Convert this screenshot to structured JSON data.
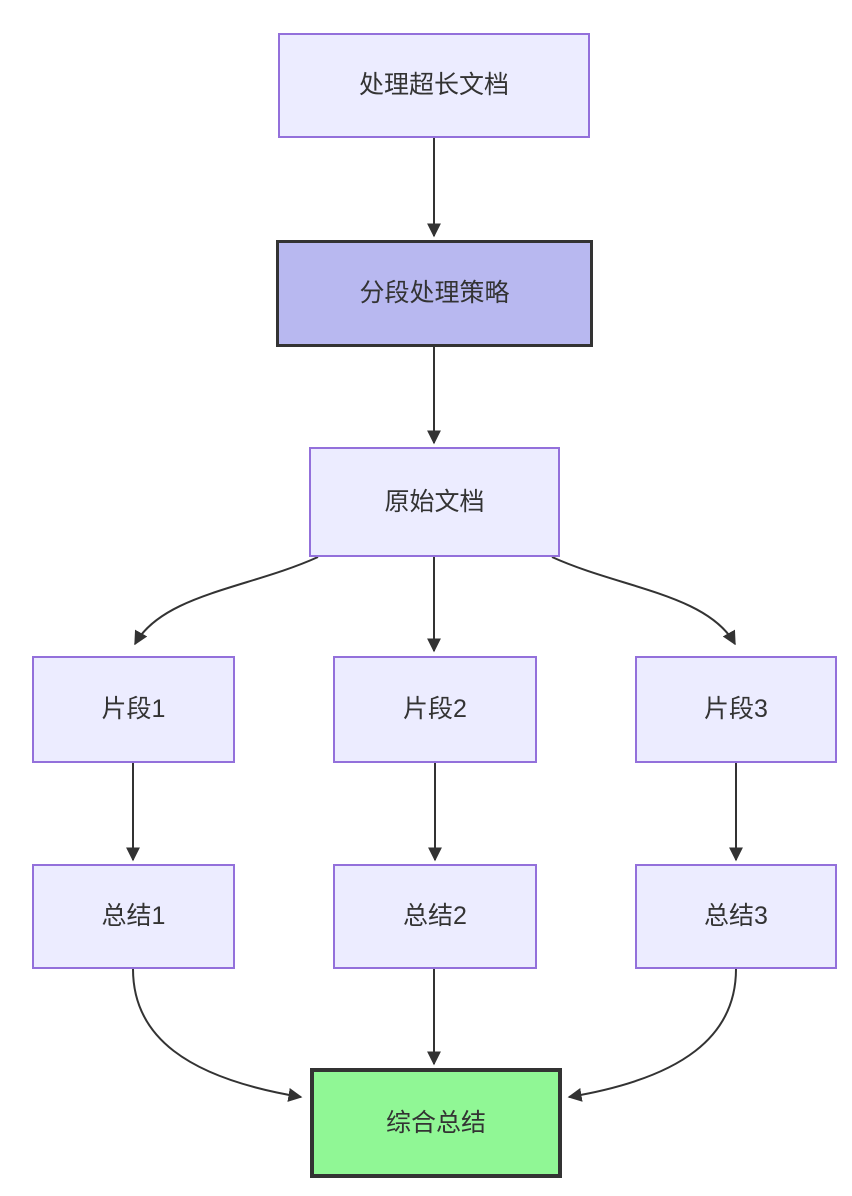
{
  "colors": {
    "background": "#ffffff",
    "edge": "#333333",
    "text": "#333333",
    "node-fill": "#ECECFF",
    "node-border": "#9370DB",
    "strategy-fill": "#B8B8F0",
    "strategy-border": "#333333",
    "final-fill": "#90F795",
    "final-border": "#333333"
  },
  "nodes": {
    "process_long_doc": "处理超长文档",
    "strategy": "分段处理策略",
    "original_doc": "原始文档",
    "fragment1": "片段1",
    "fragment2": "片段2",
    "fragment3": "片段3",
    "summary1": "总结1",
    "summary2": "总结2",
    "summary3": "总结3",
    "final_summary": "综合总结"
  },
  "edges": [
    {
      "from": "process_long_doc",
      "to": "strategy"
    },
    {
      "from": "strategy",
      "to": "original_doc"
    },
    {
      "from": "original_doc",
      "to": "fragment1"
    },
    {
      "from": "original_doc",
      "to": "fragment2"
    },
    {
      "from": "original_doc",
      "to": "fragment3"
    },
    {
      "from": "fragment1",
      "to": "summary1"
    },
    {
      "from": "fragment2",
      "to": "summary2"
    },
    {
      "from": "fragment3",
      "to": "summary3"
    },
    {
      "from": "summary1",
      "to": "final_summary"
    },
    {
      "from": "summary2",
      "to": "final_summary"
    },
    {
      "from": "summary3",
      "to": "final_summary"
    }
  ]
}
